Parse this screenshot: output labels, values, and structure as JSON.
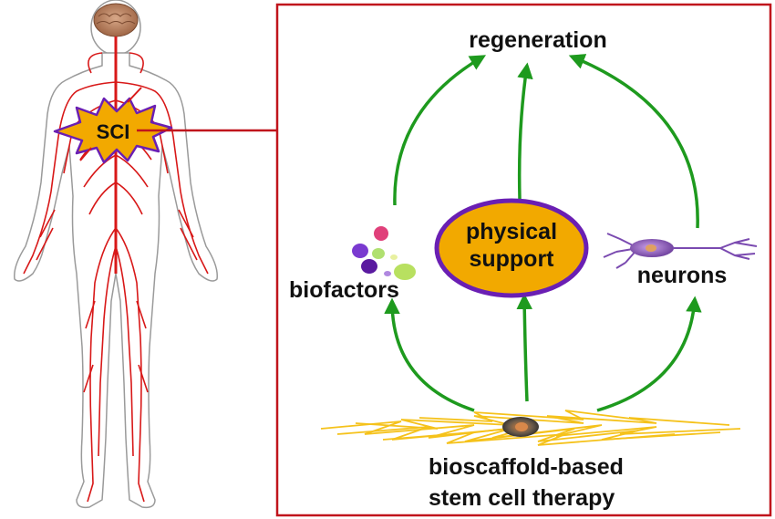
{
  "labels": {
    "sci": "SCI",
    "regeneration": "regeneration",
    "physical_support_line1": "physical",
    "physical_support_line2": "support",
    "biofactors": "biofactors",
    "neurons": "neurons",
    "therapy_line1": "bioscaffold-based",
    "therapy_line2": "stem cell therapy"
  },
  "colors": {
    "frame": "#c0141c",
    "nerves": "#d81818",
    "arrows": "#1e9a1e",
    "ellipse_fill": "#f2a900",
    "ellipse_stroke": "#6a1fb3",
    "burst_fill": "#f2a900",
    "burst_stroke": "#6a1fb3",
    "scaffold": "#f5c21b",
    "body_outline": "#9a9a9a",
    "brain": "#b07a5a"
  },
  "icons": [
    "human-body-figure",
    "brain-icon",
    "burst-badge",
    "biofactor-molecules-icon",
    "neuron-icon",
    "stem-cell-icon"
  ]
}
